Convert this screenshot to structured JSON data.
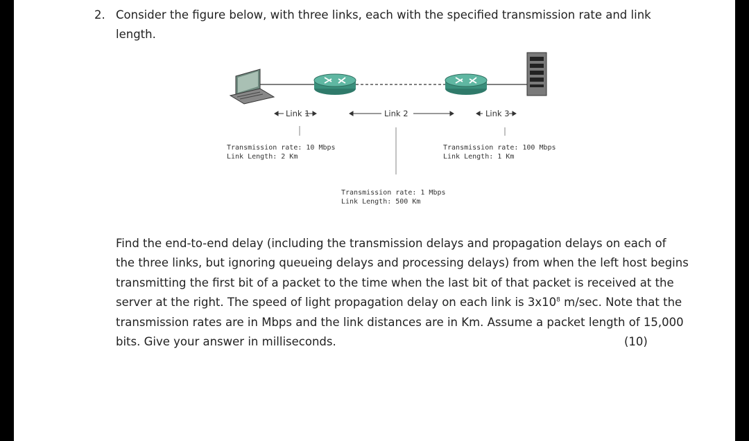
{
  "question": {
    "number": "2.",
    "intro_line1": "Consider the figure below, with three links, each with the specified transmission rate and link",
    "intro_line2": "length."
  },
  "figure": {
    "links": [
      {
        "label": "Link 1",
        "rate": "Transmission rate: 10 Mbps",
        "length": "Link Length: 2 Km"
      },
      {
        "label": "Link 2",
        "rate": "Transmission rate: 1 Mbps",
        "length": "Link Length: 500 Km"
      },
      {
        "label": "Link 3",
        "rate": "Transmission rate: 100 Mbps",
        "length": "Link Length: 1 Km"
      }
    ],
    "icons": [
      "laptop-host-icon",
      "router-icon",
      "router-icon",
      "server-icon"
    ]
  },
  "body": {
    "line1": "Find the end-to-end delay (including the transmission delays and propagation delays on each of",
    "line2": "the three links, but ignoring queueing delays and processing delays) from when the left host begins",
    "line3": "transmitting the first bit of a packet to the time when the last bit of that packet is received at the",
    "line4_pre": "server at the right. The speed of light propagation delay on each link is 3x10",
    "line4_exp": "8",
    "line4_post": " m/sec. Note that the",
    "line5": "transmission rates are in Mbps and the link distances are in Km. Assume a packet length of 15,000",
    "line6": "bits. Give your answer in milliseconds.",
    "marks": "(10)"
  }
}
